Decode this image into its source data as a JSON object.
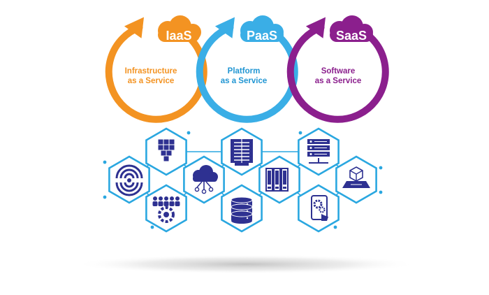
{
  "services": [
    {
      "key": "iaas",
      "title": "IaaS",
      "line1": "Infrastructure",
      "line2": "as a Service",
      "color": "#f39322",
      "text_color": "#f39322"
    },
    {
      "key": "paas",
      "title": "PaaS",
      "line1": "Platform",
      "line2": "as a Service",
      "color": "#3aaee6",
      "text_color": "#2196d3"
    },
    {
      "key": "saas",
      "title": "SaaS",
      "line1": "Software",
      "line2": "as a Service",
      "color": "#8b1f8d",
      "text_color": "#8b1f8d"
    }
  ],
  "colors": {
    "hex_stroke": "#2aa7e0",
    "icon": "#2e3191",
    "shadow": "#cfcfcf"
  },
  "icons": [
    "wifi-signal-icon",
    "storage-cubes-icon",
    "team-gear-icon",
    "cloud-network-icon",
    "server-rack-icon",
    "database-icon",
    "server-modules-icon",
    "server-stack-network-icon",
    "mobile-app-gear-icon",
    "3d-cube-platform-icon"
  ]
}
